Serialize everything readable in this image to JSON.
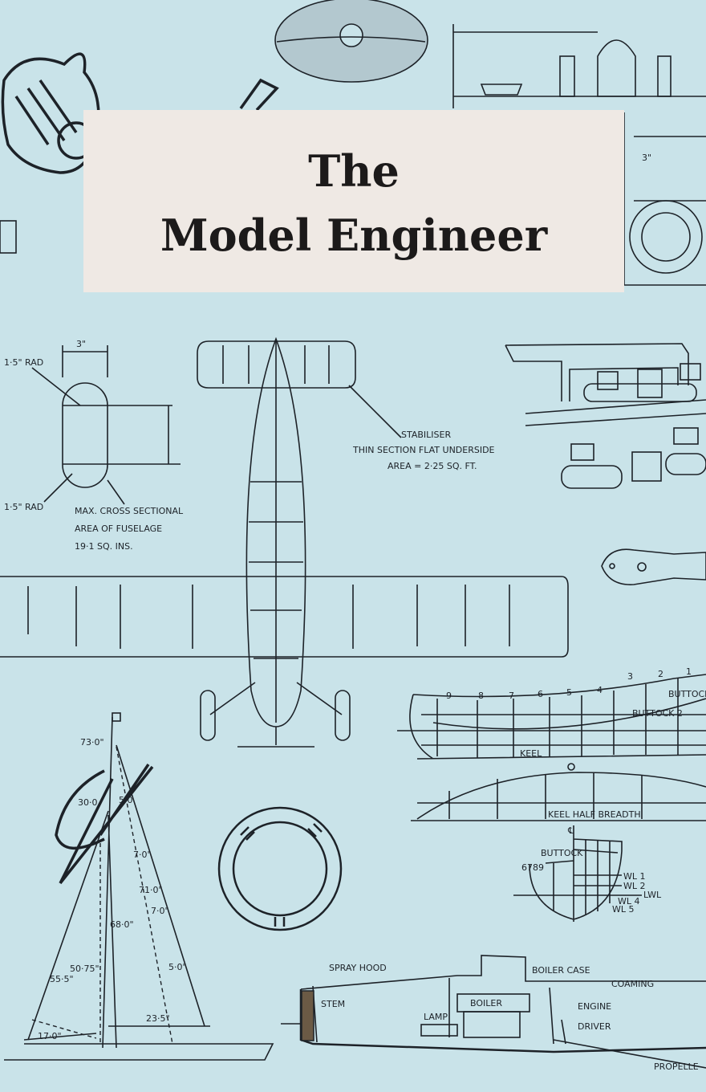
{
  "cover": {
    "title_line1": "The",
    "title_line2": "Model Engineer",
    "background_color": "#c9e3e9",
    "title_box_color": "#efe9e4"
  },
  "drawing_labels": {
    "width_dim": "3\"",
    "rad_top": "1·5\" RAD",
    "rad_bottom": "1·5\" RAD",
    "cross_section_1": "MAX. CROSS SECTIONAL",
    "cross_section_2": "AREA OF FUSELAGE",
    "cross_section_3": "19·1 SQ. INS.",
    "stab_1": "STABILISER",
    "stab_2": "THIN SECTION FLAT UNDERSIDE",
    "stab_3": "AREA = 2·25 SQ. FT.",
    "hull_stations": [
      "9",
      "8",
      "7",
      "6",
      "5",
      "4",
      "3",
      "2",
      "1"
    ],
    "buttock": "BUTTOCK",
    "buttock2": "BUTTOCK 2",
    "keel": "KEEL",
    "keel_half": "KEEL HALF BREADTH",
    "section_buttock": "BUTTOCK",
    "section_nums": "6789",
    "wl1": "WL 1",
    "wl2": "WL 2",
    "lwl": "LWL",
    "wl4": "WL 4",
    "wl5": "WL 5",
    "sail_73": "73·0\"",
    "sail_30": "30·0",
    "sail_5a": "5·0",
    "sail_7a": "7·0\"",
    "sail_71": "71·0\"",
    "sail_7b": "7·0\"",
    "sail_68": "68·0\"",
    "sail_5b": "5·0\"",
    "sail_5075": "50·75\"",
    "sail_555": "55·5\"",
    "sail_235": "23·5\"",
    "sail_17": "17·0\"",
    "spray_hood": "SPRAY HOOD",
    "boiler_case": "BOILER CASE",
    "coaming": "COAMING",
    "stem": "STEM",
    "boiler": "BOILER",
    "lamp": "LAMP",
    "engine": "ENGINE",
    "driver": "DRIVER",
    "propeller": "PROPELLE"
  }
}
